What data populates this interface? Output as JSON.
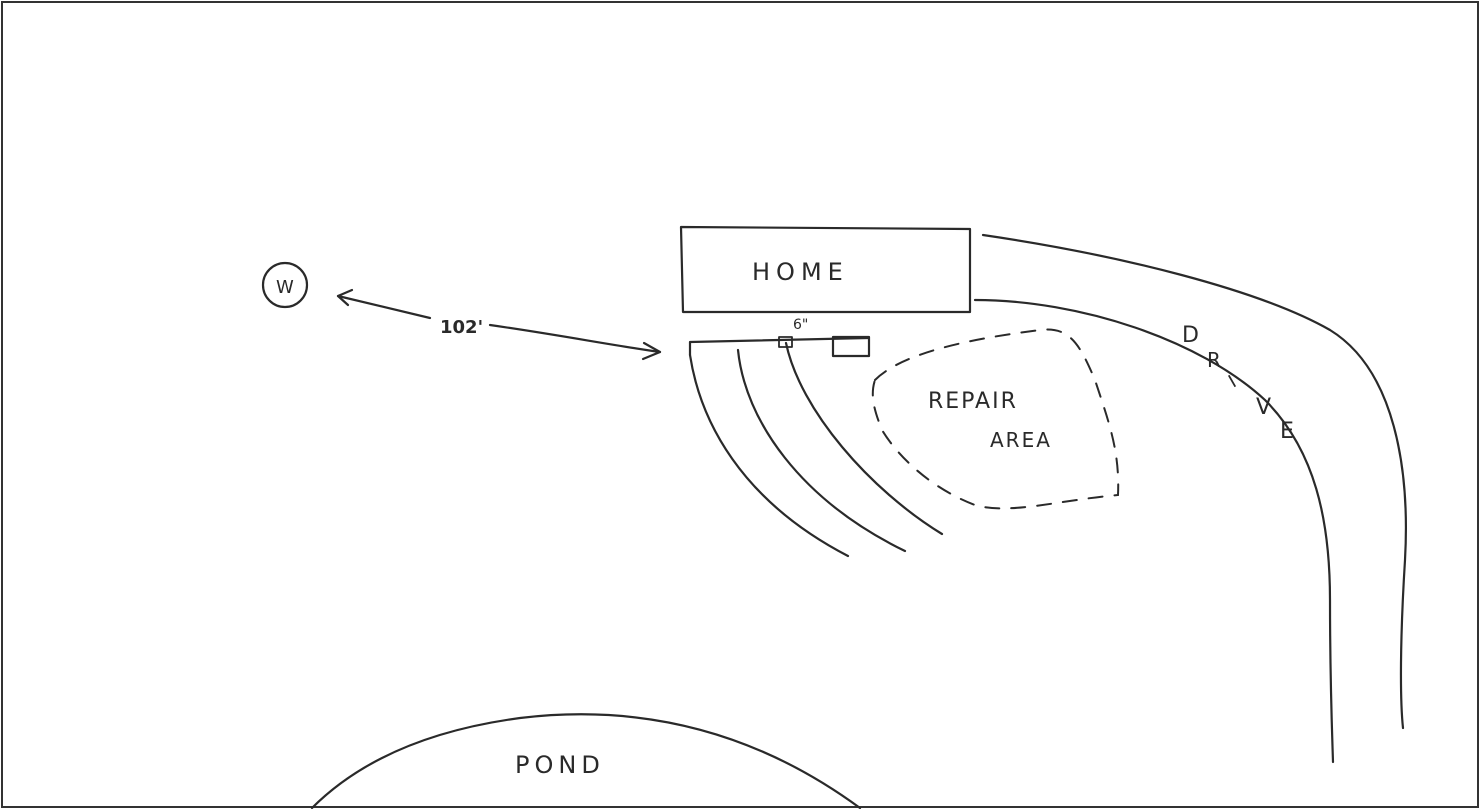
{
  "labels": {
    "home": "HOME",
    "drive": [
      "D",
      "R",
      "I",
      "V",
      "E"
    ],
    "repair_line1": "REPAIR",
    "repair_line2": "AREA",
    "pond": "POND",
    "distance": "102'",
    "small_measure": "6\"",
    "well_marker": "W"
  },
  "colors": {
    "ink": "#2a2a2a",
    "paper": "#ffffff"
  }
}
